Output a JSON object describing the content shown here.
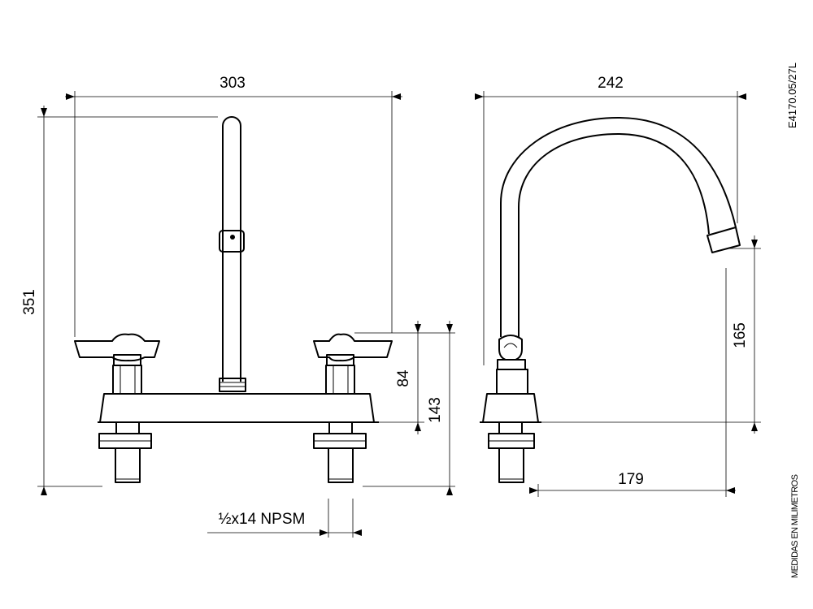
{
  "drawing": {
    "code": "E4170.05/27L",
    "units_note": "MEDIDAS EN MILIMETROS",
    "front_view": {
      "overall_width": "303",
      "overall_height": "351",
      "handle_height": "84",
      "handle_total_height": "143",
      "connection": "½x14 NPSM"
    },
    "side_view": {
      "spout_reach": "242",
      "spout_clearance": "165",
      "base_to_outlet": "179"
    }
  }
}
